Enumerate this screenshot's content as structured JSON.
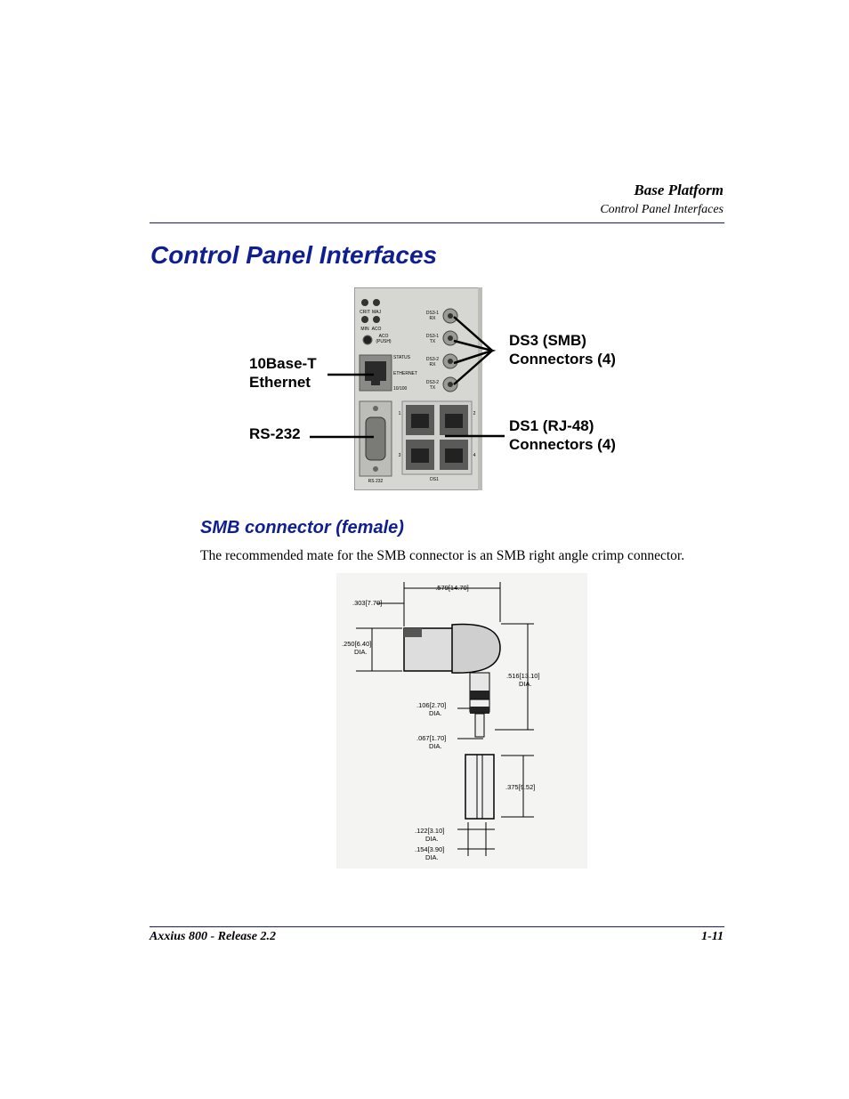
{
  "header": {
    "title": "Base Platform",
    "subtitle": "Control Panel Interfaces"
  },
  "section_title": "Control Panel Interfaces",
  "panel_figure": {
    "callouts": {
      "ethernet_line1": "10Base-T",
      "ethernet_line2": "Ethernet",
      "rs232": "RS-232",
      "ds3_line1": "DS3 (SMB)",
      "ds3_line2": "Connectors (4)",
      "ds1_line1": "DS1 (RJ-48)",
      "ds1_line2": "Connectors (4)"
    },
    "panel_labels": {
      "crit": "CRIT",
      "maj": "MAJ",
      "min": "MIN",
      "aco": "ACO",
      "aco_button": "ACO",
      "push": "(PUSH)",
      "status": "STATUS",
      "ethernet": "ETHERNET",
      "speed": "10/100",
      "ds3_1_rx": "DS3-1",
      "ds3_1_tx": "DS3-1",
      "ds3_2_rx": "DS3-2",
      "ds3_2_tx": "DS3-2",
      "rx": "RX",
      "tx": "TX",
      "port1": "1",
      "port2": "2",
      "port3": "3",
      "port4": "4",
      "rs232": "RS 232",
      "ds1": "DS1"
    }
  },
  "subsection_title": "SMB connector (female)",
  "body_text": "The recommended mate for the SMB connector is an SMB right angle crimp connector.",
  "drawing": {
    "dim_width": ".579[14.70]",
    "dim_303": ".303[7.70]",
    "dim_250": ".250[6.40]",
    "dia": "DIA.",
    "dim_516": ".516[13.10]",
    "dim_106": ".106[2.70]",
    "dim_067": ".067[1.70]",
    "dim_375": ".375[9.52]",
    "dim_122": ".122[3.10]",
    "dim_154": ".154[3.90]"
  },
  "footer": {
    "left": "Axxius 800 - Release 2.2",
    "right": "1-11"
  }
}
